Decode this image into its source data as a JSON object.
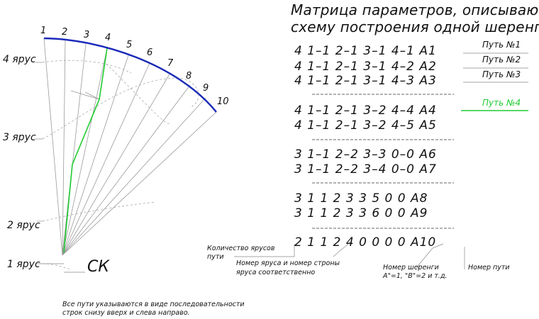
{
  "title": [
    "Матрица параметров, описывающая",
    "схему построения одной шеренги СС"
  ],
  "numbers": [
    "1",
    "2",
    "3",
    "4",
    "5",
    "6",
    "7",
    "8",
    "9",
    "10"
  ],
  "tiers": [
    "4 ярус",
    "3 ярус",
    "2 ярус",
    "1 ярус"
  ],
  "ck": "СК",
  "matrix_rows": [
    "4  1–1  2–1  3–1  4–1  A1",
    "4  1–1  2–1  3–1  4–2  A2",
    "4  1–1  2–1  3–1  4–3  A3",
    "4  1–1  2–1  3–2  4–4  A4",
    "4  1–1  2–1  3–2  4–5  A5",
    "3  1–1  2–2  3–3  0–0  A6",
    "3  1–1  2–2  3–4  0–0  A7",
    "3  1 1   2 3   3 5   0 0   A8",
    "3  1 1   2 3   3 6   0 0   A9",
    "2  1 1   2 4   0 0   0 0   A10"
  ],
  "paths": [
    "Путь №1",
    "Путь №2",
    "Путь №3",
    "Путь №4"
  ],
  "annotations": {
    "tiers_count": [
      "Количество ярусов",
      "пути"
    ],
    "tier_and_row": [
      "Номер яруса и номер строны",
      "яруса соответственно"
    ],
    "rank_number": [
      "Номер шеренги",
      "A\"=1, \"B\"=2 и т.д."
    ],
    "path_number": "Номер пути"
  },
  "footnote": [
    "Все пути указываются в виде последовательности",
    "строк снизу вверх и слева направо."
  ],
  "colors": {
    "arc": "#1a2ab8",
    "highlight": "#22cc33",
    "line": "#999999",
    "text": "#111111"
  }
}
